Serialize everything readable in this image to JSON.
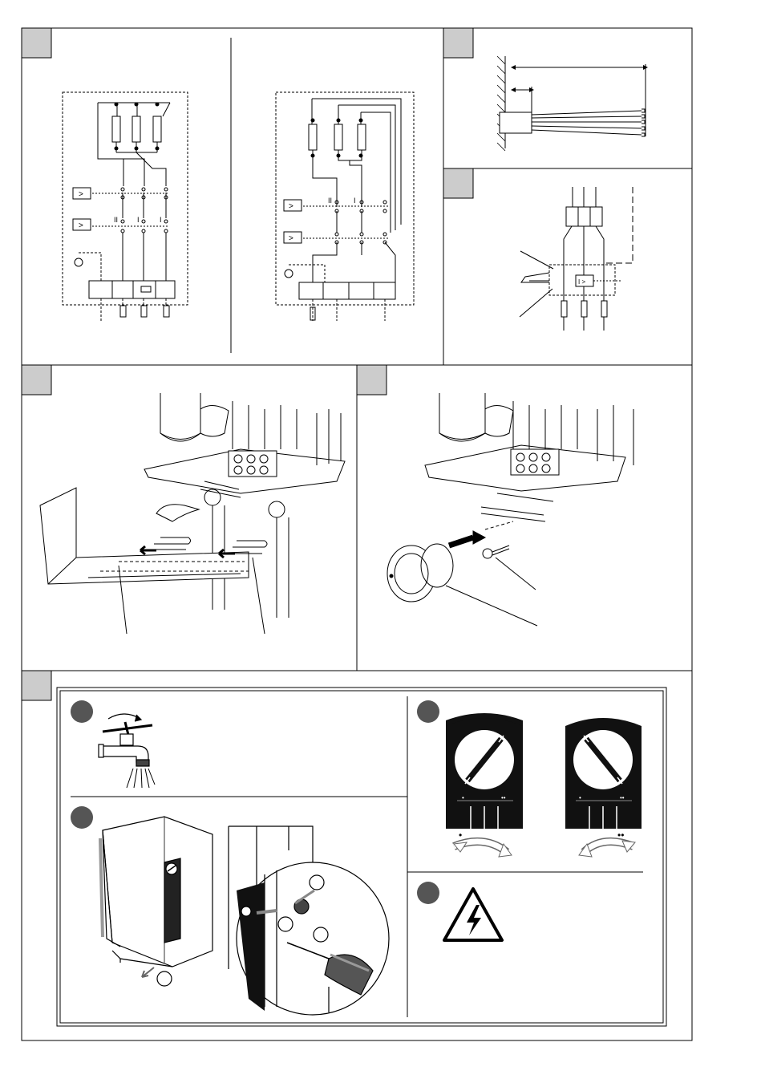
{
  "panels": [
    {
      "id": "wiring",
      "label": ""
    },
    {
      "id": "cable-strip",
      "label": ""
    },
    {
      "id": "rcd",
      "label": ""
    },
    {
      "id": "mounting-clips",
      "label": ""
    },
    {
      "id": "knob-assembly",
      "label": ""
    },
    {
      "id": "commissioning",
      "label": ""
    }
  ],
  "wiring": {
    "left_switch_labels": [
      "II",
      "I",
      "I"
    ],
    "right_switch_labels": [
      "II",
      "I"
    ],
    "stb_symbol": ">",
    "limiter_symbol": ">",
    "rcd_symbol": "I >"
  },
  "commissioning": {
    "step_markers": [
      "",
      "",
      "",
      ""
    ],
    "dial_left_marks": [
      "•",
      "••"
    ],
    "dial_right_marks": [
      "•",
      "••"
    ],
    "dial_left_arrow_label": "•",
    "dial_right_arrow_label": "••",
    "warning_icon": "high-voltage-warning-icon"
  },
  "colors": {
    "line": "#000000",
    "panel_bg": "#ffffff",
    "marker": "#555555",
    "gray_fill": "#cccccc"
  }
}
